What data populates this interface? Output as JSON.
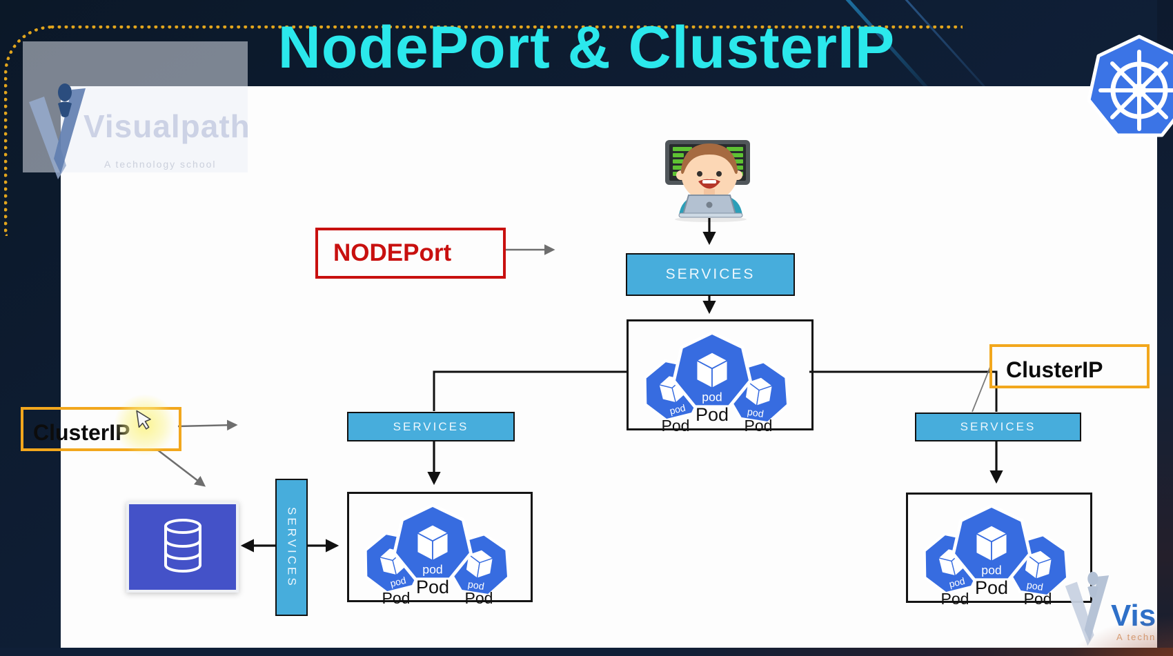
{
  "header": {
    "title": "NodePort & ClusterIP",
    "brand": {
      "name": "Visualpath",
      "tagline": "A technology school"
    }
  },
  "diagram": {
    "nodeport": {
      "label": "NODEPort"
    },
    "clusterip_left": {
      "label": "ClusterIP"
    },
    "clusterip_right": {
      "label": "ClusterIP"
    },
    "services": {
      "top": "SERVICES",
      "left": "SERVICES",
      "right": "SERVICES",
      "side": "SERVICES"
    },
    "clusters": [
      {
        "id": "center",
        "pods": [
          "pod",
          "pod",
          "pod"
        ],
        "labels": [
          "Pod",
          "Pod",
          "Pod"
        ]
      },
      {
        "id": "left",
        "pods": [
          "pod",
          "pod",
          "pod"
        ],
        "labels": [
          "Pod",
          "Pod",
          "Pod"
        ]
      },
      {
        "id": "right",
        "pods": [
          "pod",
          "pod",
          "pod"
        ],
        "labels": [
          "Pod",
          "Pod",
          "Pod"
        ]
      }
    ],
    "icons": {
      "user": "developer-at-computer-icon",
      "database": "database-icon",
      "kubernetes": "kubernetes-helm-icon",
      "pod": "kubernetes-pod-icon",
      "cursor": "mouse-pointer-icon"
    }
  },
  "watermark": {
    "name_visible": "Visua",
    "tagline_visible": "A techn"
  },
  "colors": {
    "title_cyan": "#2BE8EC",
    "nodeport_red": "#C8100F",
    "clusterip_orange": "#F2A71D",
    "service_blue": "#47ADDC",
    "pod_blue": "#376CE0",
    "database_indigo": "#4452C8",
    "dotted_border_yellow": "#E2A51D",
    "background_navy": "#0E1D33"
  }
}
